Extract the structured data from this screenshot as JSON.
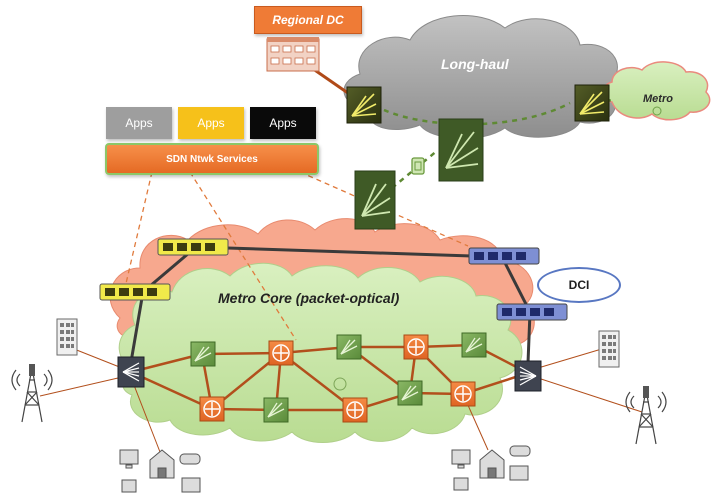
{
  "regional_dc": {
    "label": "Regional DC"
  },
  "long_haul": {
    "label": "Long-haul"
  },
  "metro_edge": {
    "label": "Metro"
  },
  "apps": [
    {
      "label": "Apps",
      "bg": "#9e9e9e",
      "fg": "#ffffff"
    },
    {
      "label": "Apps",
      "bg": "#f6c11a",
      "fg": "#ffffff"
    },
    {
      "label": "Apps",
      "bg": "#0a0a0a",
      "fg": "#ffffff"
    }
  ],
  "sdn": {
    "label": "SDN Ntwk Services"
  },
  "metro_core": {
    "label": "Metro Core (packet-optical)"
  },
  "dci": {
    "label": "DCI"
  },
  "colors": {
    "orange": "#ef7b36",
    "orange_dark": "#c75a1c",
    "cloud_gray": "#a7a7a7",
    "cloud_green": "#cde8b0",
    "link_brown": "#b24f1c",
    "dashed_green": "#5f8a34",
    "roadm_dark": "#3c4419",
    "roadm_green": "#6fa048",
    "interface_yellow": "#f1e94a",
    "interface_blue": "#7e8fd4",
    "dci_blue": "#5877c2"
  }
}
